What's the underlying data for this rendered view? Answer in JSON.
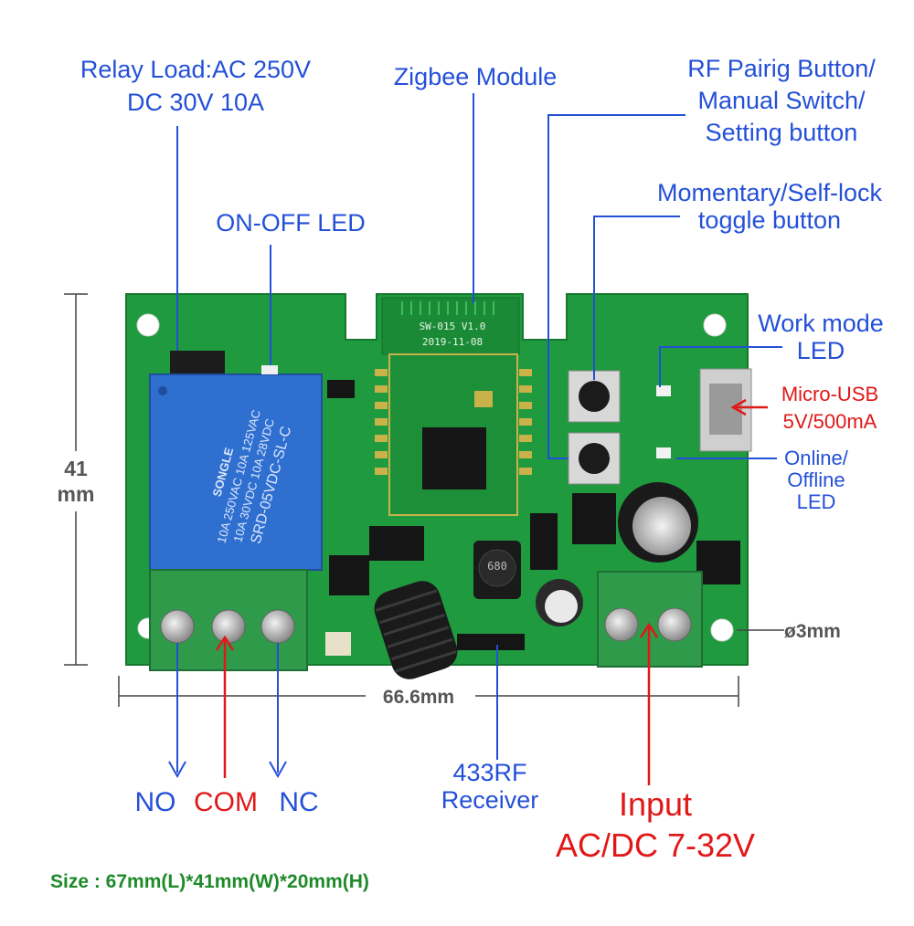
{
  "colors": {
    "label_blue": "#2450d8",
    "label_red": "#e01818",
    "pcb_green": "#1f9a3e",
    "relay_blue": "#2f6fd0",
    "terminal_green": "#2e9a4a",
    "size_green": "#1f8a2a"
  },
  "labels": {
    "relay_load_1": "Relay Load:AC 250V",
    "relay_load_2": "DC 30V 10A",
    "zigbee": "Zigbee Module",
    "rf_pairing_1": "RF Pairig Button/",
    "rf_pairing_2": "Manual Switch/",
    "rf_pairing_3": "Setting button",
    "on_off_led": "ON-OFF LED",
    "momentary_1": "Momentary/Self-lock",
    "momentary_2": "toggle button",
    "work_mode_1": "Work mode",
    "work_mode_2": "LED",
    "micro_usb_1": "Micro-USB",
    "micro_usb_2": "5V/500mA",
    "online_1": "Online/",
    "online_2": "Offline",
    "online_3": "LED",
    "no": "NO",
    "com": "COM",
    "nc": "NC",
    "rf_receiver_1": "433RF",
    "rf_receiver_2": "Receiver",
    "input_1": "Input",
    "input_2": "AC/DC 7-32V"
  },
  "dimensions": {
    "height_value": "41",
    "height_unit": "mm",
    "width": "66.6mm",
    "hole": "ø3mm",
    "size": "Size : 67mm(L)*41mm(W)*20mm(H)"
  },
  "board_markings": {
    "module_text_1": "SW-015 V1.0",
    "module_text_2": "2019-11-08",
    "relay_brand": "SONGLE",
    "relay_spec_1": "10A 250VAC 10A 125VAC",
    "relay_spec_2": "10A 30VDC 10A 28VDC",
    "relay_model": "SRD-05VDC-SL-C",
    "inductor": "680"
  }
}
